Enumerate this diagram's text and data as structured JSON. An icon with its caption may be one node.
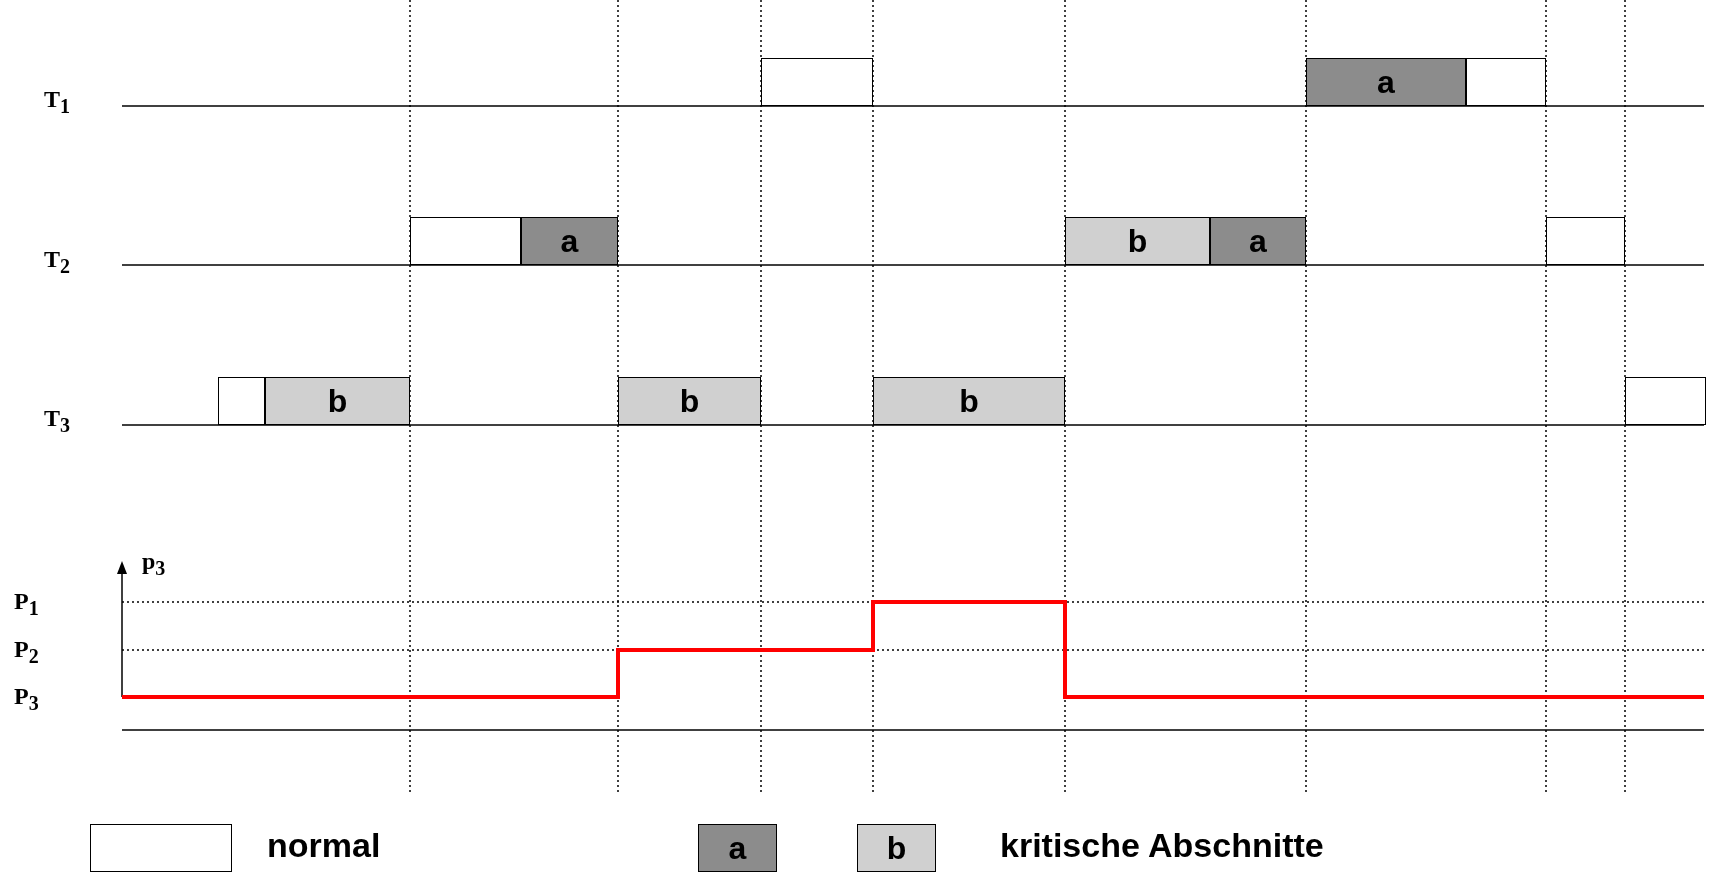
{
  "diagram": {
    "nodes": [
      {
        "text": [],
        "shape": "box"
      },
      {
        "text": [
          "a"
        ]
      },
      {
        "text": [],
        "shape": "box"
      },
      {
        "text": [],
        "shape": "box"
      },
      {
        "text": [
          "a"
        ]
      },
      {
        "text": [
          "b"
        ]
      },
      {
        "text": [
          "a"
        ]
      },
      {
        "text": [],
        "shape": "box"
      },
      {
        "text": [],
        "shape": "box"
      },
      {
        "text": [
          "b"
        ]
      },
      {
        "text": [
          "b"
        ]
      },
      {
        "text": [
          "b"
        ]
      },
      {
        "text": [],
        "shape": "box"
      }
    ],
    "labels": [
      "T$_{1}$",
      "T$_{2}$",
      "T$_{3}$",
      "p$_{3}$",
      "P$_{1}$",
      "P$_{2}$",
      "P$_{3}$",
      "a",
      "b"
    ],
    "legend": [
      {
        "text": "normal",
        "color": "#ffffff"
      },
      {
        "text": "kritische Abschnitte",
        "color": "#8c8c8c"
      }
    ]
  }
}
